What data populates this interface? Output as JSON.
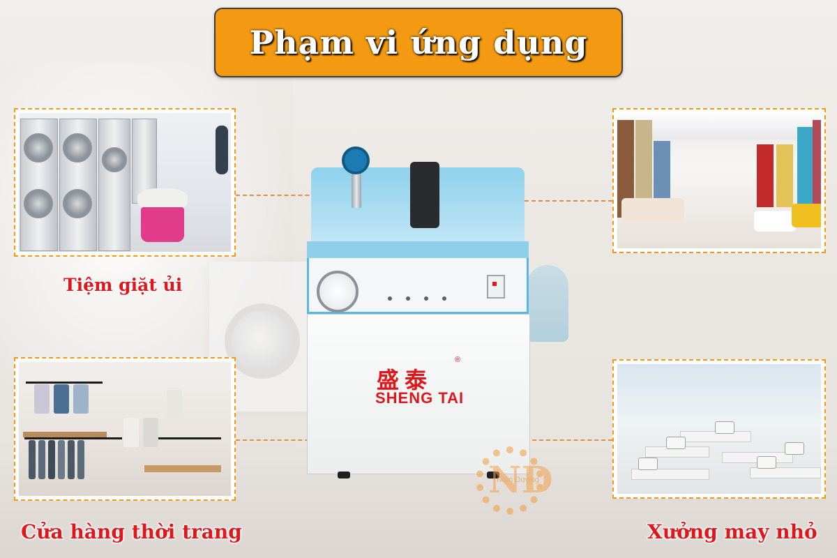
{
  "title": "Phạm vi ứng dụng",
  "applications": [
    {
      "label": "Tiệm giặt ủi"
    },
    {
      "label": "Cửa hàng thời trang"
    },
    {
      "label": "Xưởng may nhỏ"
    }
  ],
  "product": {
    "brand_cn": "盛泰",
    "brand": "SHENG TAI",
    "reg": "®"
  },
  "watermark": {
    "text": "Nam Dương"
  },
  "colors": {
    "accent": "#f39a12",
    "label_red": "#e0171a",
    "machine_blue": "#8fd1ec"
  }
}
